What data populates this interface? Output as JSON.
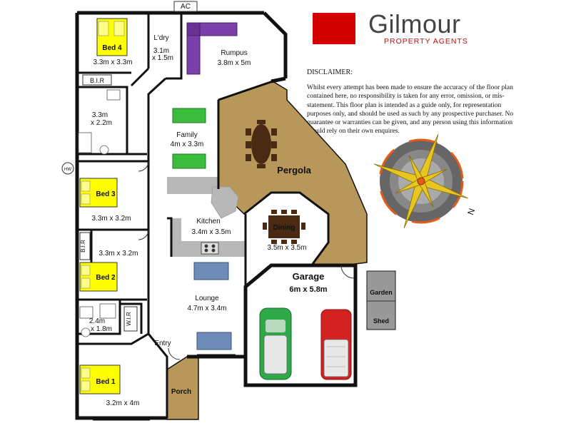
{
  "brand": {
    "name": "Gilmour",
    "subtitle": "PROPERTY AGENTS",
    "accent_color": "#d40000"
  },
  "disclaimer": {
    "title": "DISCLAIMER:",
    "body": "Whilst every attempt has been made to ensure the accuracy of the floor plan contained here, no responsibility is taken for any error, omission, or mis-statement. This floor plan is intended as a guide only, for representation purposes only, and should be used as such by any prospective purchaser. No guarantee or warranties can be given, and any person using this information should rely on their own enquires."
  },
  "compass": {
    "north_label": "N"
  },
  "rooms": {
    "bed4": {
      "name": "Bed 4",
      "size": "3.3m x 3.3m"
    },
    "laundry": {
      "name": "L'dry",
      "size_w": "3.1m",
      "size_h": "x 1.5m"
    },
    "rumpus": {
      "name": "Rumpus",
      "size": "3.8m x 5m"
    },
    "bir_top": {
      "name": "B.I.R"
    },
    "bath": {
      "size_w": "3.3m",
      "size_h": "x 2.2m"
    },
    "family": {
      "name": "Family",
      "size": "4m x 3.3m"
    },
    "pergola": {
      "name": "Pergola"
    },
    "bed3": {
      "name": "Bed 3",
      "size": "3.3m x 3.2m"
    },
    "kitchen": {
      "name": "Kitchen",
      "size": "3.4m x 3.5m"
    },
    "dining": {
      "name": "Dining",
      "size": "3.5m x 3.5m"
    },
    "bir_mid": {
      "name": "B.I.R"
    },
    "bed2": {
      "name": "Bed 2",
      "size": "3.3m x 3.2m"
    },
    "garage": {
      "name": "Garage",
      "size": "6m x 5.8m"
    },
    "garden_shed": {
      "name_1": "Garden",
      "name_2": "Shed"
    },
    "lounge": {
      "name": "Lounge",
      "size": "4.7m x 3.4m"
    },
    "ensuite": {
      "size_w": "2.4m",
      "size_h": "x 1.8m"
    },
    "wir": {
      "name": "W.I.R"
    },
    "entry": {
      "name": "Entry"
    },
    "bed1": {
      "name": "Bed 1",
      "size": "3.2m x 4m"
    },
    "porch": {
      "name": "Porch"
    }
  },
  "markers": {
    "ac": "AC",
    "hws": "HW"
  },
  "colors": {
    "bed_fill": "#ffff00",
    "pergola_fill": "#b8985a",
    "sofa_purple": "#7a3fa8",
    "sofa_green": "#3cbc3c",
    "sofa_blue": "#6f8cb8",
    "car_green": "#2fa84a",
    "car_red": "#d42222",
    "bench_grey": "#b8b8b8"
  }
}
